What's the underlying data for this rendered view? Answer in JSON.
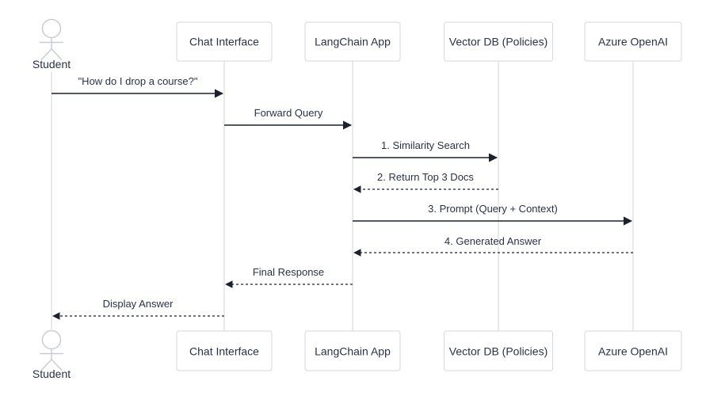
{
  "diagram": {
    "type": "sequence",
    "participants": [
      {
        "label": "Student",
        "kind": "actor"
      },
      {
        "label": "Chat Interface",
        "kind": "participant"
      },
      {
        "label": "LangChain App",
        "kind": "participant"
      },
      {
        "label": "Vector DB (Policies)",
        "kind": "participant"
      },
      {
        "label": "Azure OpenAI",
        "kind": "participant"
      }
    ],
    "messages": [
      {
        "label": "\"How do I drop a course?\"",
        "from": "Student",
        "to": "Chat Interface",
        "line": "solid"
      },
      {
        "label": "Forward Query",
        "from": "Chat Interface",
        "to": "LangChain App",
        "line": "solid"
      },
      {
        "label": "1. Similarity Search",
        "from": "LangChain App",
        "to": "Vector DB (Policies)",
        "line": "solid"
      },
      {
        "label": "2. Return Top 3 Docs",
        "from": "Vector DB (Policies)",
        "to": "LangChain App",
        "line": "dashed"
      },
      {
        "label": "3. Prompt (Query + Context)",
        "from": "LangChain App",
        "to": "Azure OpenAI",
        "line": "solid"
      },
      {
        "label": "4. Generated Answer",
        "from": "Azure OpenAI",
        "to": "LangChain App",
        "line": "dashed"
      },
      {
        "label": "Final Response",
        "from": "LangChain App",
        "to": "Chat Interface",
        "line": "dashed"
      },
      {
        "label": "Display Answer",
        "from": "Chat Interface",
        "to": "Student",
        "line": "dashed"
      }
    ],
    "colors": {
      "background": "#ffffff",
      "box_fill": "#ffffff",
      "box_border": "#d3d7de",
      "text": "#2b3245",
      "arrow": "#1c212e",
      "lifeline": "#d2d5da",
      "actor": "#c9ccd2"
    }
  }
}
